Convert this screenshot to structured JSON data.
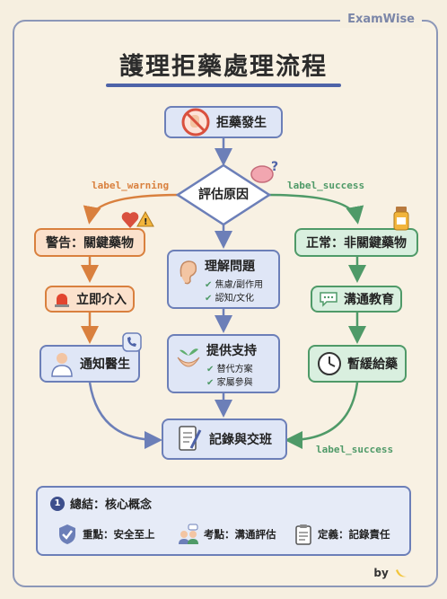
{
  "brand": "ExamWise",
  "title": "護理拒藥處理流程",
  "nodes": {
    "start": "拒藥發生",
    "assess": "評估原因",
    "warning": "警告：關鍵藥物",
    "intervene": "立即介入",
    "notify": "通知醫生",
    "understand": "理解問題",
    "understand_items": [
      "焦慮/副作用",
      "認知/文化"
    ],
    "support": "提供支持",
    "support_items": [
      "替代方案",
      "家屬參與"
    ],
    "normal": "正常：非關鍵藥物",
    "educate": "溝通教育",
    "delay": "暫緩給藥",
    "record": "記錄與交班"
  },
  "edge_labels": {
    "warning": "label_warning",
    "success": "label_success",
    "success_bottom": "label_success"
  },
  "summary": {
    "number": "1",
    "heading": "總結：核心概念",
    "items": [
      "重點：安全至上",
      "考點：溝通評估",
      "定義：記錄責任"
    ]
  },
  "footer": {
    "by": "by"
  },
  "colors": {
    "blue": "#6c7fb8",
    "orange": "#d9803e",
    "green": "#4f9a68"
  }
}
